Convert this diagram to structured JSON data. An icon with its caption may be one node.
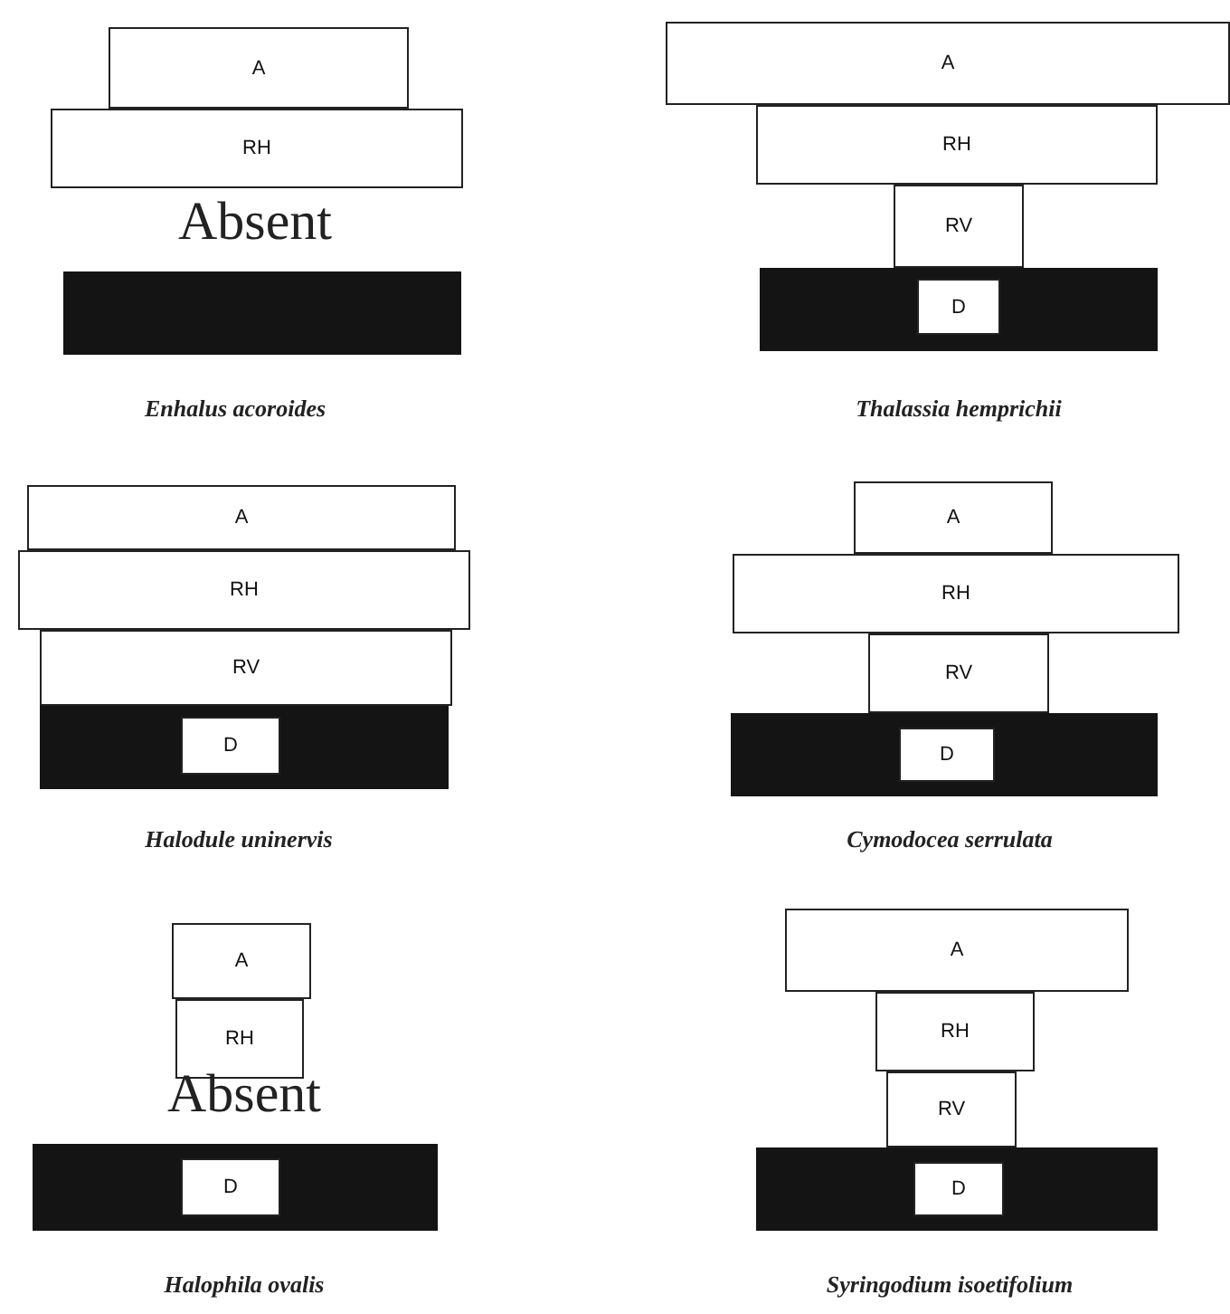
{
  "diagram": {
    "nodes": [
      {
        "text": [
          "A"
        ]
      },
      {
        "text": [
          "RH"
        ]
      },
      {
        "text": [],
        "shape": "bar"
      },
      {
        "text": [
          "A"
        ]
      },
      {
        "text": [
          "RH"
        ]
      },
      {
        "text": [
          "RV"
        ]
      },
      {
        "text": [],
        "shape": "bar"
      },
      {
        "text": [
          "D"
        ],
        "in": 6
      },
      {
        "text": [
          "A"
        ]
      },
      {
        "text": [
          "RH"
        ]
      },
      {
        "text": [
          "RV"
        ]
      },
      {
        "text": [],
        "shape": "bar"
      },
      {
        "text": [
          "D"
        ],
        "in": 11
      },
      {
        "text": [
          "A"
        ]
      },
      {
        "text": [
          "RH"
        ]
      },
      {
        "text": [
          "RV"
        ]
      },
      {
        "text": [],
        "shape": "bar"
      },
      {
        "text": [
          "D"
        ],
        "in": 16
      },
      {
        "text": [
          "A"
        ]
      },
      {
        "text": [
          "RH"
        ]
      },
      {
        "text": [],
        "shape": "bar"
      },
      {
        "text": [
          "D"
        ],
        "in": 20
      },
      {
        "text": [
          "A"
        ]
      },
      {
        "text": [
          "RH"
        ]
      },
      {
        "text": [
          "RV"
        ]
      },
      {
        "text": [],
        "shape": "bar"
      },
      {
        "text": [
          "D"
        ],
        "in": 25
      }
    ],
    "labels": [
      "Absent",
      "Enhalus acoroides",
      "Thalassia hemprichii",
      "Halodule uninervis",
      "Cymodocea serrulata",
      "Absent",
      "Halophila ovalis",
      "Syringodium isoetifolium"
    ]
  }
}
